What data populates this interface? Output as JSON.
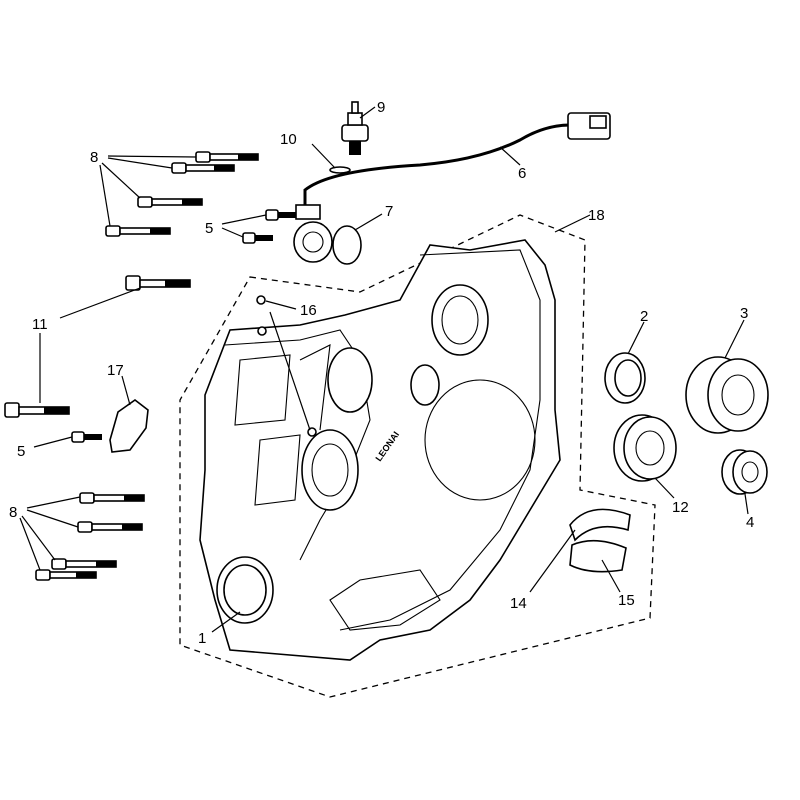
{
  "diagram": {
    "logo_text": "LEONAI",
    "callouts": {
      "c1": "1",
      "c2": "2",
      "c3": "3",
      "c4": "4",
      "c5a": "5",
      "c5b": "5",
      "c6": "6",
      "c7": "7",
      "c8a": "8",
      "c8b": "8",
      "c9": "9",
      "c10": "10",
      "c11": "11",
      "c12": "12",
      "c14": "14",
      "c15": "15",
      "c16": "16",
      "c17": "17",
      "c18": "18"
    }
  }
}
